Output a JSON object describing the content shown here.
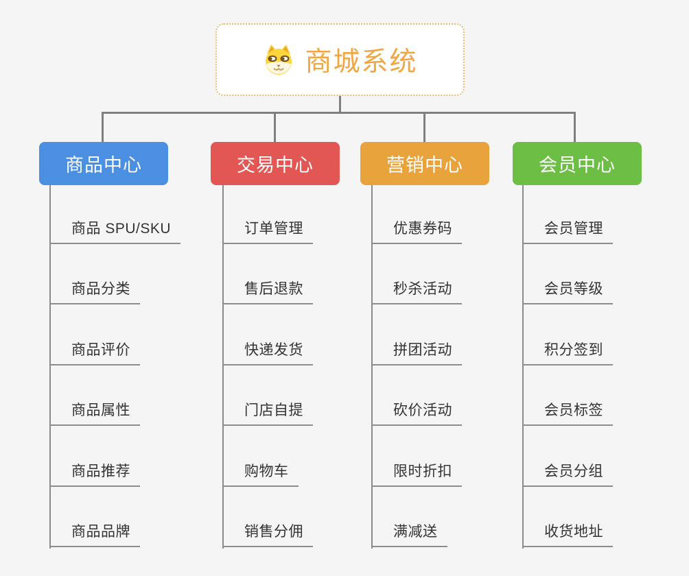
{
  "root": {
    "title": "商城系统",
    "icon": "shiba-dog-icon",
    "border_color": "#eeb767",
    "title_color": "#f0a743"
  },
  "line_color": "#7f7f7f",
  "background_color": "#f5f5f6",
  "branches": [
    {
      "label": "商品中心",
      "color": "#4a8fe2",
      "children": [
        "商品 SPU/SKU",
        "商品分类",
        "商品评价",
        "商品属性",
        "商品推荐",
        "商品品牌"
      ]
    },
    {
      "label": "交易中心",
      "color": "#e25653",
      "children": [
        "订单管理",
        "售后退款",
        "快递发货",
        "门店自提",
        "购物车",
        "销售分佣"
      ]
    },
    {
      "label": "营销中心",
      "color": "#e8a33d",
      "children": [
        "优惠券码",
        "秒杀活动",
        "拼团活动",
        "砍价活动",
        "限时折扣",
        "满减送"
      ]
    },
    {
      "label": "会员中心",
      "color": "#6cbe44",
      "children": [
        "会员管理",
        "会员等级",
        "积分签到",
        "会员标签",
        "会员分组",
        "收货地址"
      ]
    }
  ]
}
